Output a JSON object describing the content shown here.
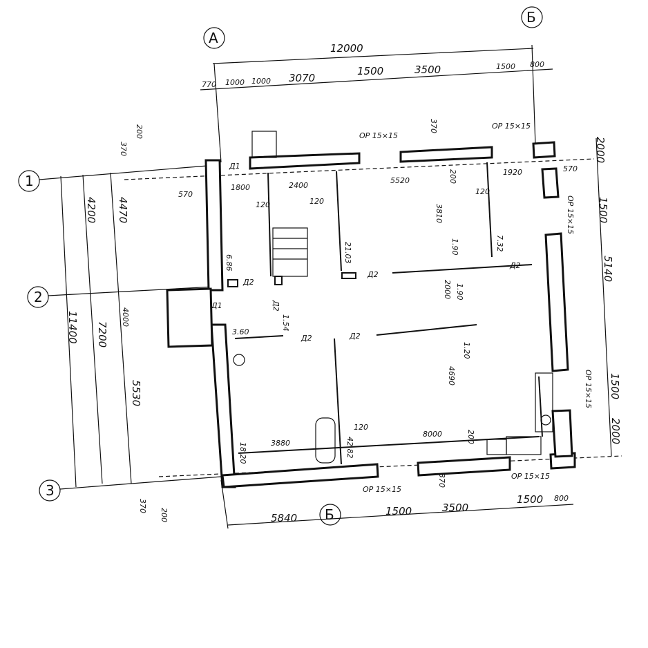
{
  "axes": {
    "A": "А",
    "B_top": "Б",
    "B_bottom": "Б",
    "r1": "1",
    "r2": "2",
    "r3": "3"
  },
  "top_dims": {
    "total": "12000",
    "d1": "770",
    "d2": "1000",
    "d3": "1000",
    "d4": "3070",
    "d5": "1500",
    "d6": "3500",
    "d7": "1500",
    "d8": "800"
  },
  "top_notes": {
    "win1": "ОР 15×15",
    "wall": "370",
    "win2": "ОР 15×15"
  },
  "left_dims": {
    "a": "200",
    "b": "370",
    "c": "4200",
    "d": "4470",
    "e": "11400",
    "f": "7200",
    "g": "4000",
    "h": "5530",
    "i": "370",
    "j": "200"
  },
  "right_dims": {
    "a": "2000",
    "b": "570",
    "c": "1500",
    "win1": "ОР 15×15",
    "d": "5140",
    "e": "1500",
    "win2": "ОР 15×15",
    "f": "2000"
  },
  "interior": {
    "d1_top": "Д1",
    "w570": "570",
    "w1800": "1800",
    "w2400": "2400",
    "w5520": "5520",
    "w200": "200",
    "w1920": "1920",
    "t120a": "120",
    "t120b": "120",
    "t120c": "120",
    "h3810": "3810",
    "a686": "6.86",
    "d2a": "Д2",
    "a2103": "21.03",
    "d2b": "Д2",
    "a190a": "1.90",
    "a732": "7.32",
    "d2c": "Д2",
    "h2000": "2000",
    "a190b": "1.90",
    "d1_side": "Д1",
    "d2d": "Д2",
    "a154": "1.54",
    "a360": "3.60",
    "d2e": "Д2",
    "d2f": "Д2",
    "a120": "1.20",
    "h4690": "4690",
    "t120d": "120",
    "w3880": "3880",
    "w8000": "8000",
    "w200b": "200",
    "a1820": "18.20",
    "a4282": "42.82"
  },
  "bottom_notes": {
    "win1": "ОР 15×15",
    "wall": "370",
    "win2": "ОР 15×15"
  },
  "bottom_dims": {
    "a": "5840",
    "b": "1500",
    "c": "3500",
    "d": "1500",
    "e": "800"
  }
}
